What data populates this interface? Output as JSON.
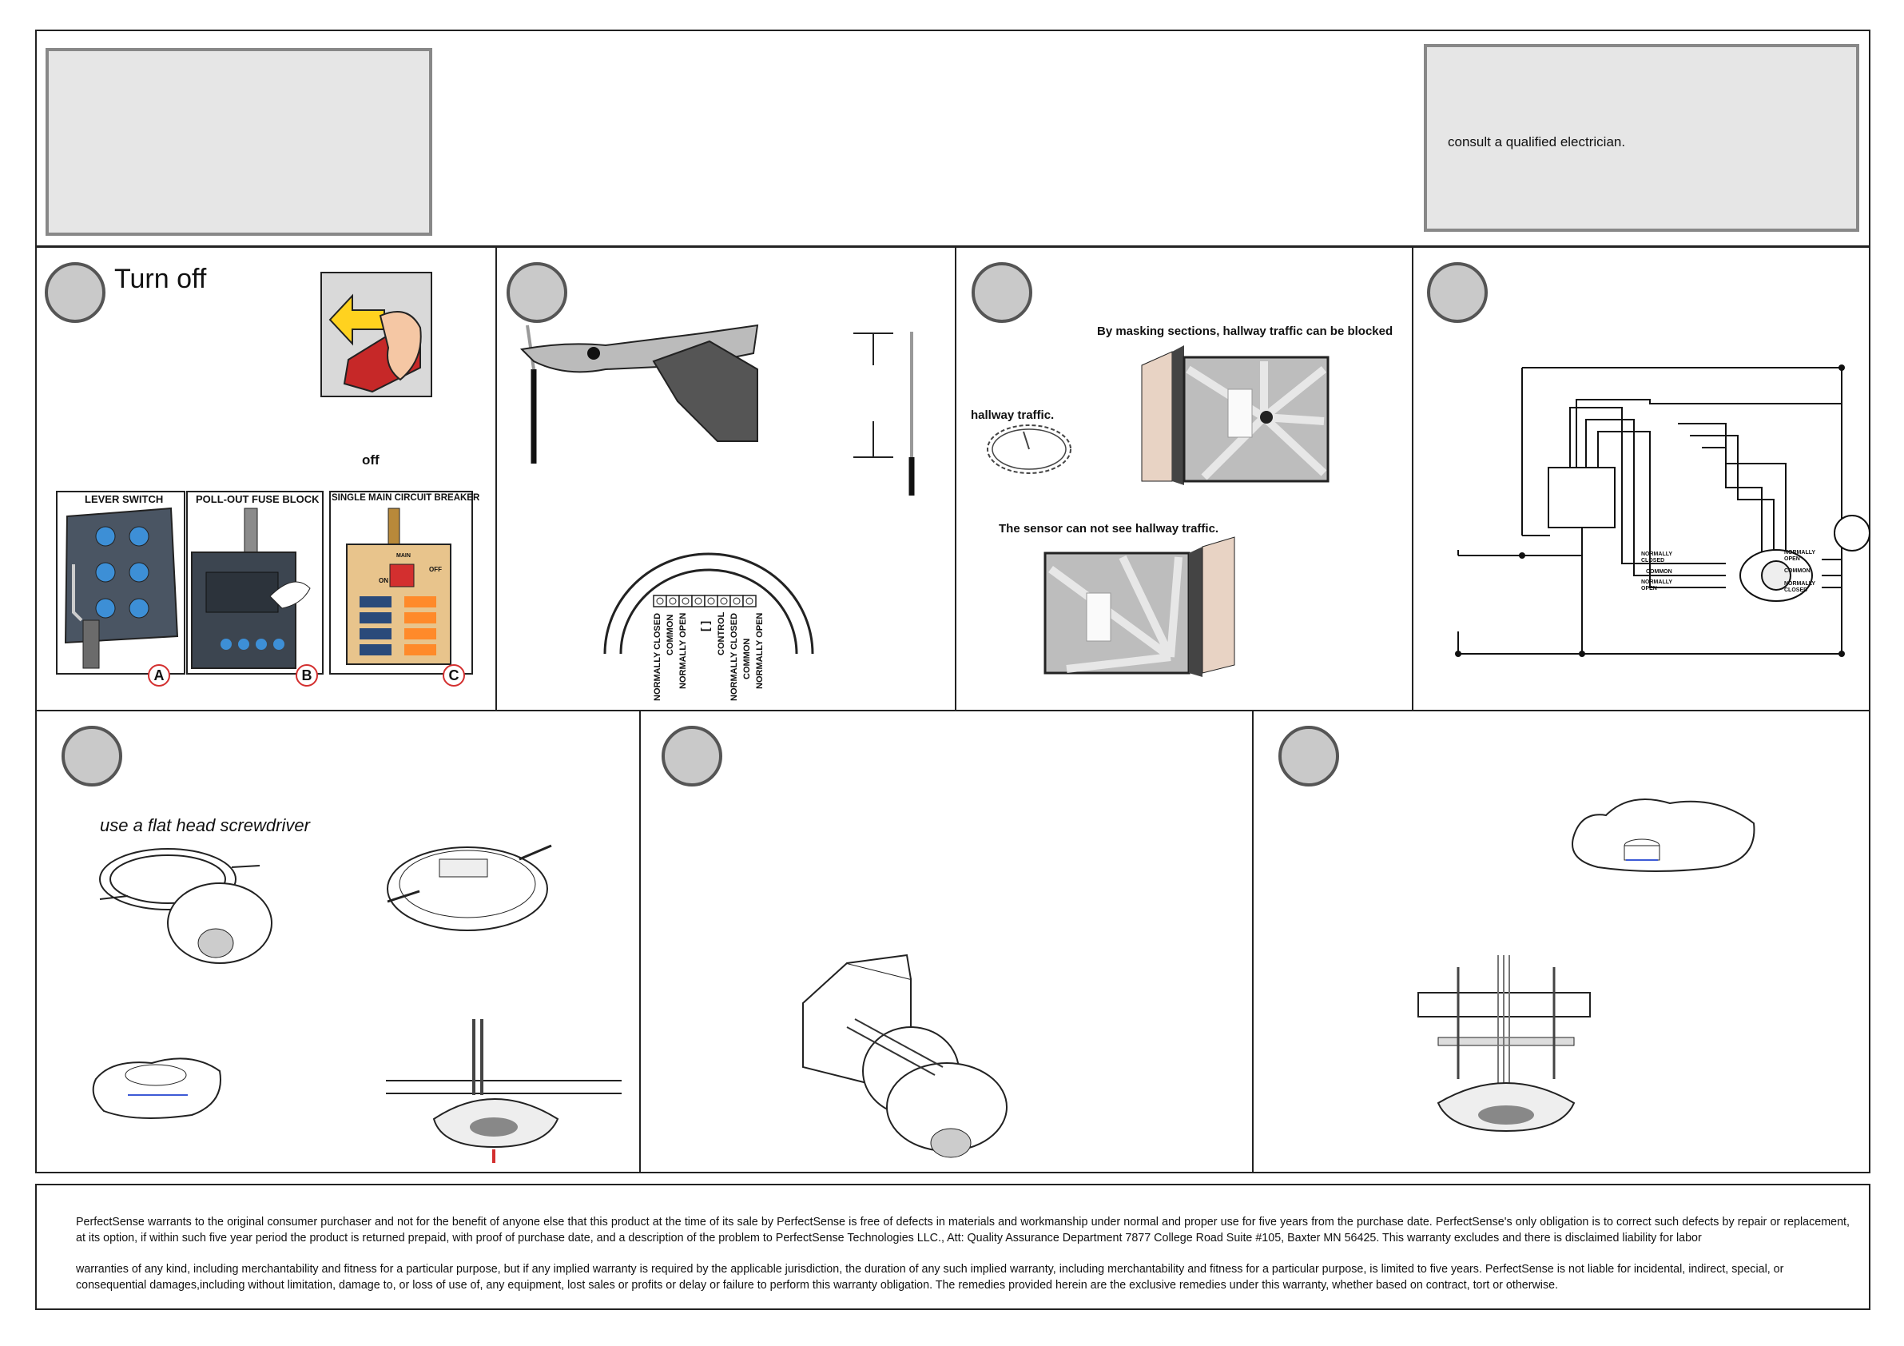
{
  "header": {
    "right_note": "consult a qualified electrician."
  },
  "step1": {
    "title": "Turn off",
    "off_label": "off",
    "panels": [
      {
        "title": "LEVER SWITCH",
        "letter": "A"
      },
      {
        "title": "POLL-OUT FUSE BLOCK",
        "letter": "B"
      },
      {
        "title": "SINGLE MAIN CIRCUIT BREAKER",
        "letter": "C",
        "main": "MAIN",
        "on": "ON",
        "off": "OFF"
      }
    ]
  },
  "step2": {
    "terminals": [
      "NORMALLY CLOSED",
      "COMMON",
      "NORMALLY OPEN",
      "[ ]",
      "CONTROL",
      "NORMALLY CLOSED",
      "COMMON",
      "NORMALLY OPEN"
    ]
  },
  "step3": {
    "masking_note": "By masking sections, hallway traffic can be blocked",
    "hallway_label": "hallway traffic.",
    "cannot_see": "The sensor can not see hallway traffic."
  },
  "step4": {
    "left_labels": [
      "NORMALLY CLOSED",
      "COMMON",
      "NORMALLY OPEN"
    ],
    "right_labels": [
      "NORMALLY OPEN",
      "COMMON",
      "NORMALLY CLOSED"
    ]
  },
  "step5": {
    "hint": "use a flat head screwdriver"
  },
  "warranty": {
    "para1": "PerfectSense warrants to the original consumer purchaser and not for the benefit of anyone else that this product at the time of its sale by PerfectSense is free of defects in materials and workmanship under normal and proper use for five years from the purchase date. PerfectSense's only obligation is to correct such defects by repair or replacement, at its option, if within such five year period the product is returned prepaid, with proof of purchase date, and a description of the problem to PerfectSense Technologies LLC., Att: Quality Assurance Department 7877 College Road Suite #105, Baxter MN 56425. This warranty excludes and there is disclaimed liability for labor",
    "para2": "warranties of any kind, including merchantability and fitness for a particular purpose, but if any implied warranty is required by the applicable jurisdiction, the duration of any such implied warranty, including merchantability and fitness for a particular purpose, is limited to five years. PerfectSense is not liable for incidental, indirect, special, or consequential damages,including without limitation, damage to, or loss of use of, any equipment, lost sales or profits or delay or failure to perform this warranty obligation. The remedies provided herein are the exclusive remedies under this warranty,  whether based on contract, tort or otherwise."
  },
  "colors": {
    "badge_gray": "#c9c9c9",
    "box_gray": "#e6e6e6",
    "accent_red": "#d32f2f",
    "blue_button": "#3d8fd6"
  }
}
